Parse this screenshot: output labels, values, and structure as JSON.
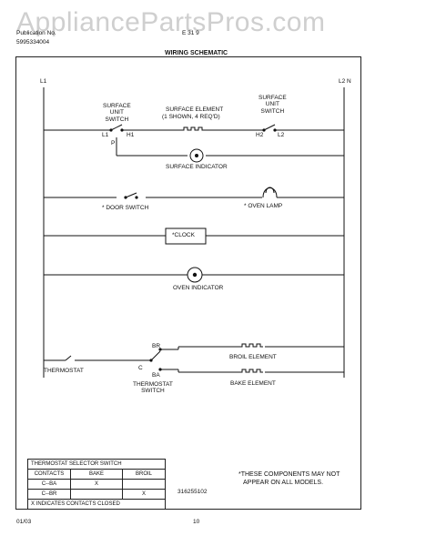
{
  "header": {
    "watermark": "AppliancePartsPros.com",
    "pub_line1": "Publication No.",
    "pub_line2": "5995334004",
    "model_label": "E 31 9",
    "title": "WIRING SCHEMATIC"
  },
  "lines": {
    "l1": "L1",
    "l2n": "L2 N"
  },
  "components": {
    "surface_unit_switch_left": "SURFACE\nUNIT\nSWITCH",
    "surface_element": "SURFACE ELEMENT",
    "surface_element_sub": "(1 SHOWN, 4 REQ'D)",
    "surface_unit_switch_right": "SURFACE\nUNIT\nSWITCH",
    "terminal_l1": "L1",
    "terminal_p": "P",
    "terminal_h1": "H1",
    "terminal_h2": "H2",
    "terminal_l2": "L2",
    "surface_indicator": "SURFACE INDICATOR",
    "door_switch": "* DOOR SWITCH",
    "oven_lamp": "* OVEN LAMP",
    "clock": "*CLOCK",
    "oven_indicator": "OVEN INDICATOR",
    "thermostat": "THERMOSTAT",
    "thermostat_switch": "THERMOSTAT\nSWITCH",
    "term_br": "BR",
    "term_c": "C",
    "term_ba": "BA",
    "broil_element": "BROIL ELEMENT",
    "bake_element": "BAKE ELEMENT"
  },
  "selector_table": {
    "title": "THERMOSTAT SELECTOR SWITCH",
    "headers": [
      "CONTACTS",
      "BAKE",
      "BROIL"
    ],
    "rows": [
      [
        "C--BA",
        "X",
        ""
      ],
      [
        "C--BR",
        "",
        "X"
      ]
    ],
    "footnote": "X INDICATES CONTACTS CLOSED"
  },
  "notes": {
    "components_note_1": "*THESE COMPONENTS MAY NOT",
    "components_note_2": "APPEAR ON ALL MODELS.",
    "part_number": "316255102"
  },
  "footer": {
    "date": "01/03",
    "page": "10"
  }
}
